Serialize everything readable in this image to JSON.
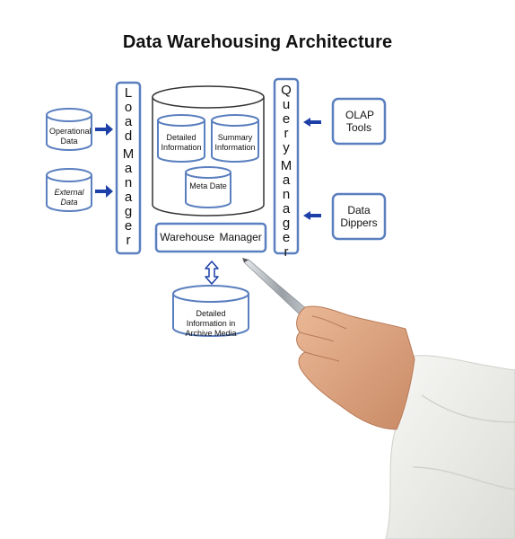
{
  "title": "Data Warehousing Architecture",
  "sources": {
    "operational": "Operational Data",
    "external": "External Data"
  },
  "load_manager": "Load Manager",
  "query_manager": "Query Manager",
  "warehouse": {
    "detailed": "Detailed Information",
    "summary": "Summary Information",
    "meta": "Meta Date",
    "manager": "Warehouse Manager"
  },
  "archive": "Detailed Information in Archive Media",
  "tools": {
    "olap": "OLAP Tools",
    "dippers": "Data Dippers"
  },
  "colors": {
    "box_border": "#5a7fbf",
    "arrow": "#1c3fa8",
    "skin": "#e2ab86",
    "shirt": "#f1f1ee",
    "pen": "#b9bec4"
  }
}
